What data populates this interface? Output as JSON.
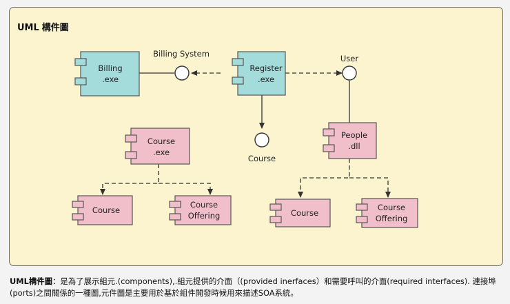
{
  "diagram": {
    "title_latin": "UML",
    "title_cjk": "構件圖",
    "components": {
      "billing": [
        "Billing",
        ".exe"
      ],
      "register": [
        "Register",
        ".exe"
      ],
      "people": [
        "People",
        ".dll"
      ],
      "course_exe": [
        "Course",
        ".exe"
      ],
      "course_l": [
        "Course"
      ],
      "offering_l": [
        "Course",
        "Offering"
      ],
      "course_r": [
        "Course"
      ],
      "offering_r": [
        "Course",
        "Offering"
      ]
    },
    "interfaces": {
      "billing_system": "Billing System",
      "user": "User",
      "course": "Course"
    },
    "colors": {
      "cyan_component": "#a4dcdc",
      "pink_component": "#f0bfca",
      "background": "#fbf4cf"
    }
  },
  "caption": {
    "lead": "UML構件圖",
    "text": "：是為了展示組元.(components),.組元提供的介面（(provided inerfaces）和需要呼叫的介面(required interfaces). 連接埠(ports)之間關係的一種圖,元件圖是主要用於基於組件開發時候用來描述SOA系統。"
  }
}
